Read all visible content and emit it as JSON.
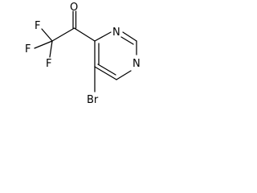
{
  "molecule": {
    "atoms": {
      "oxygen": "O",
      "fluorine_1": "F",
      "fluorine_2": "F",
      "fluorine_3": "F",
      "nitrogen_1": "N",
      "nitrogen_2": "N",
      "bromine": "Br"
    },
    "colors": {
      "background": "#ffffff",
      "ink": "#000000"
    }
  }
}
